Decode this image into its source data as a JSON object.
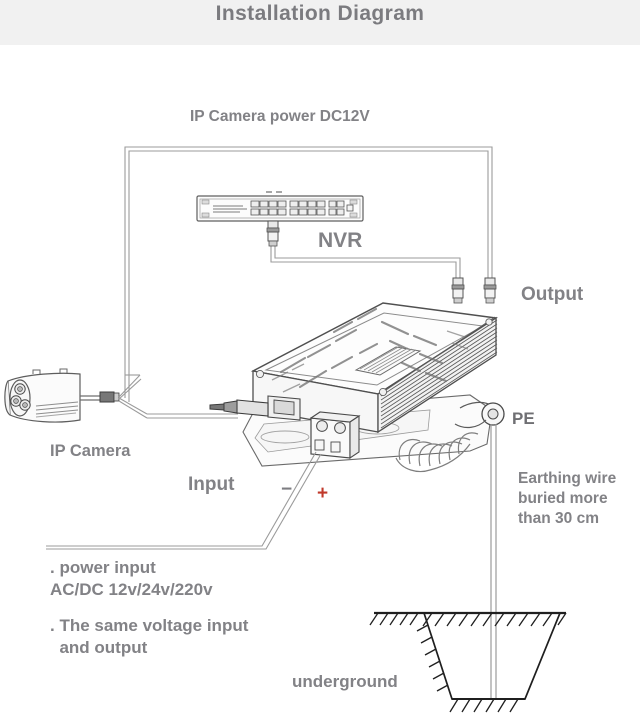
{
  "header": {
    "title": "Installation Diagram",
    "band_color": "#f1f1f1",
    "title_color": "#7b7b7f"
  },
  "labels": {
    "dc12v": "IP Camera power DC12V",
    "nvr": "NVR",
    "output": "Output",
    "pe": "PE",
    "ip_camera": "IP Camera",
    "input": "Input",
    "earthing": "Earthing wire\nburied more\nthan 30 cm",
    "power_input": ". power input\nAC/DC 12v/24v/220v",
    "same_voltage": ". The same voltage input\n  and output",
    "underground": "underground",
    "minus": "−",
    "plus": "+"
  },
  "colors": {
    "text": "#828286",
    "line": "#6b6b6b",
    "line_light": "#a8a8a8",
    "plus_red": "#c0392b",
    "device_fill": "#fdfdfd",
    "background": "#ffffff"
  },
  "components": {
    "nvr": {
      "name": "NVR rack device",
      "port_groups": 3,
      "ports_per_group": 8,
      "extra_ports": 2
    },
    "surge_protector": {
      "name": "Surge protection device",
      "has_heatsink": true,
      "has_terminal_block": true,
      "terminal_screws": 2
    },
    "ip_camera": {
      "name": "Bullet IP camera",
      "ir_leds": 3
    },
    "ground_pit": {
      "name": "Underground earthing trench",
      "shape": "trapezoid",
      "has_ground_rod": true
    }
  }
}
